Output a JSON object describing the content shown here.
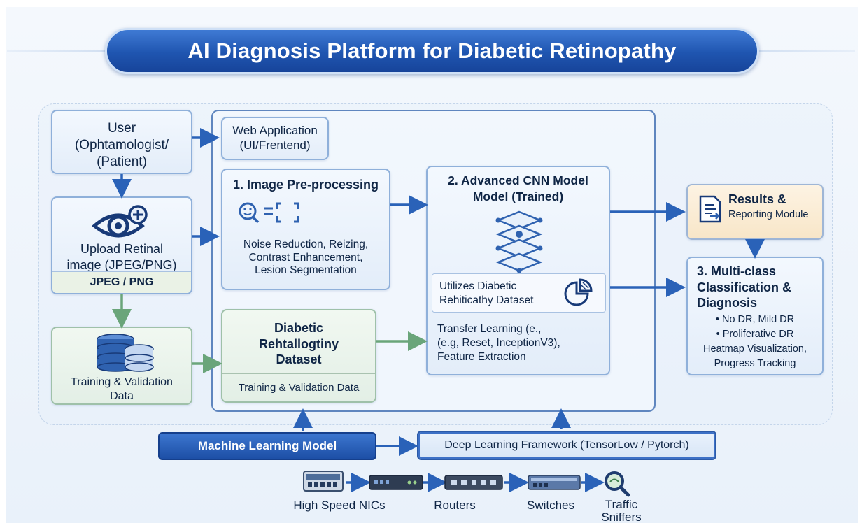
{
  "title": "AI Diagnosis Platform for Diabetic Retinopathy",
  "user": {
    "lines": [
      "User",
      "(Ophtamologist/",
      "(Patient)"
    ]
  },
  "web_app": {
    "lines": [
      "Web Application",
      "(UI/Frentend)"
    ]
  },
  "upload": {
    "lines": [
      "Upload Retinal",
      "image (JPEG/PNG)"
    ],
    "footer": "JPEG / PNG"
  },
  "training_data": {
    "lines": [
      "Training & Validation",
      "Data"
    ]
  },
  "preprocessing": {
    "title": "1. Image Pre-processing",
    "lines": [
      "Noise Reduction, Reizing,",
      "Contrast Enhancement,",
      "Lesion Segmentation"
    ]
  },
  "dataset": {
    "lines": [
      "Diabetic",
      "Rehtallogtiny",
      "Dataset"
    ],
    "footer": "Training & Validation Data"
  },
  "cnn": {
    "title_lines": [
      "2. Advanced CNN Model",
      "Model (Trained)"
    ],
    "utilizes_lines": [
      "Utilizes Diabetic",
      "Rehiticathy Dataset"
    ],
    "transfer_lines": [
      "Transfer Learning (e.,",
      "(e.g, Reset, InceptionV3),",
      "Feature Extraction"
    ]
  },
  "results": {
    "title": "Results &",
    "subtitle": "Reporting Module"
  },
  "classification": {
    "title_lines": [
      "3. Multi-class",
      "Classification &",
      "Diagnosis"
    ],
    "items": [
      "• No DR, Mild DR",
      "• Proliferative DR",
      "Heatmap Visualization,",
      "Progress Tracking"
    ]
  },
  "ml_model": "Machine Learning Model",
  "dl_framework": "Deep Learning Framework (TensorLow / Pytorch)",
  "network": {
    "nics": "High Speed NICs",
    "routers": "Routers",
    "switches": "Switches",
    "sniffers_lines": [
      "Traffic",
      "Sniffers"
    ]
  },
  "colors": {
    "primary_blue": "#1f55b0",
    "arrow_blue": "#2a62b8",
    "arrow_green": "#6aa57a",
    "result_orange": "#f8e6c8"
  },
  "icons": [
    "eye-plus-icon",
    "database-icon",
    "face-scan-icon",
    "layers-network-icon",
    "pie-chart-icon",
    "report-icon",
    "nic-icon",
    "router-icon",
    "switch-icon",
    "magnifier-icon"
  ]
}
